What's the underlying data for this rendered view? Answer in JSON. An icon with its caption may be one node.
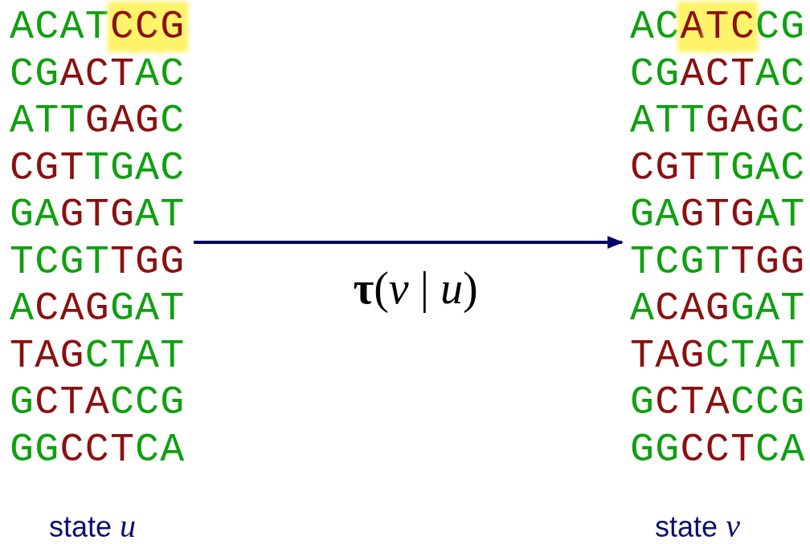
{
  "diagram": {
    "nodes": [
      {
        "text": [
          "ACATCCG",
          "CGACTAC",
          "ATTGAGC",
          "CGTTGAC",
          "GAGTGAT",
          "TCGTTGG",
          "ACAGGAT",
          "TAGCTAT",
          "GCTACCG",
          "GGCCTCA"
        ],
        "beside": [
          "state *u*"
        ]
      },
      {
        "text": [
          "ACATCCG",
          "CGACTAC",
          "ATTGAGC",
          "CGTTGAC",
          "GAGTGAT",
          "TCGTTGG",
          "ACAGGAT",
          "TAGCTAT",
          "GCTACCG",
          "GGCCTCA"
        ],
        "beside": [
          "state *v*"
        ]
      }
    ],
    "edges": [
      {
        "from": 0,
        "to": 1,
        "arrow": "to",
        "label": "**τ**(*v* | *u*)"
      }
    ]
  }
}
